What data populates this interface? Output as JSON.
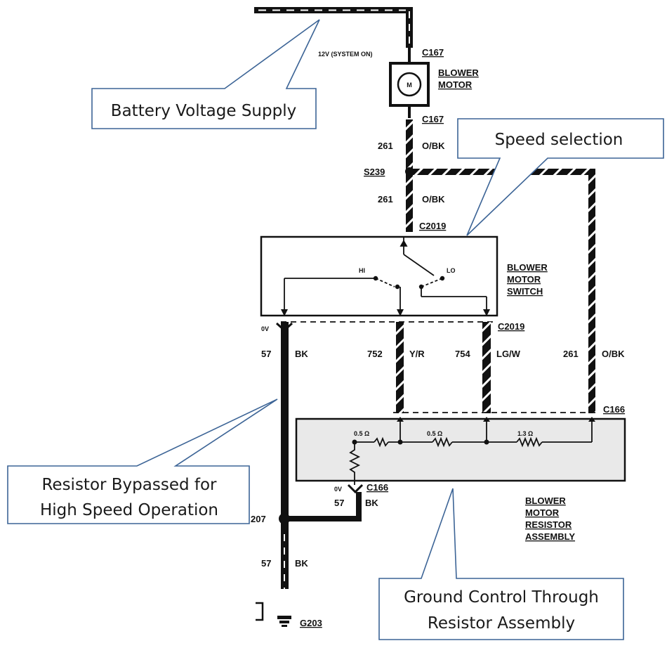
{
  "colors": {
    "wire": "#111111",
    "callout_border": "#3c6496",
    "hatch": "#ffffff",
    "resistor_fill": "#e9e9e9"
  },
  "supply": {
    "voltage_label": "12V (SYSTEM ON)"
  },
  "connectors": {
    "c167_top": "C167",
    "c167_bottom": "C167",
    "c2019_top": "C2019",
    "c2019_bottom": "C2019",
    "c166_top": "C166",
    "c166_bottom": "C166",
    "s239": "S239",
    "s207_partial": "207",
    "g203": "G203"
  },
  "components": {
    "blower_motor": [
      "BLOWER",
      "MOTOR"
    ],
    "motor_symbol": "M",
    "switch": [
      "BLOWER",
      "MOTOR",
      "SWITCH"
    ],
    "switch_hi": "HI",
    "switch_lo": "LO",
    "resistor_assembly": [
      "BLOWER",
      "MOTOR",
      "RESISTOR",
      "ASSEMBLY"
    ]
  },
  "resistors": {
    "r1": "0.5 Ω",
    "r2": "0.5 Ω",
    "r3": "1.3 Ω"
  },
  "wires": {
    "w261_a": {
      "circuit": "261",
      "color": "O/BK"
    },
    "w261_b": {
      "circuit": "261",
      "color": "O/BK"
    },
    "w261_c": {
      "circuit": "261",
      "color": "O/BK"
    },
    "w57_a": {
      "circuit": "57",
      "color": "BK"
    },
    "w57_b": {
      "circuit": "57",
      "color": "BK"
    },
    "w57_c": {
      "circuit": "57",
      "color": "BK"
    },
    "w752": {
      "circuit": "752",
      "color": "Y/R"
    },
    "w754": {
      "circuit": "754",
      "color": "LG/W"
    }
  },
  "voltage_0v_a": "0V",
  "voltage_0v_b": "0V",
  "callouts": {
    "battery": "Battery Voltage Supply",
    "speed": "Speed selection",
    "bypass": [
      "Resistor Bypassed for",
      "High Speed Operation"
    ],
    "ground": [
      "Ground Control Through",
      "Resistor Assembly"
    ]
  }
}
